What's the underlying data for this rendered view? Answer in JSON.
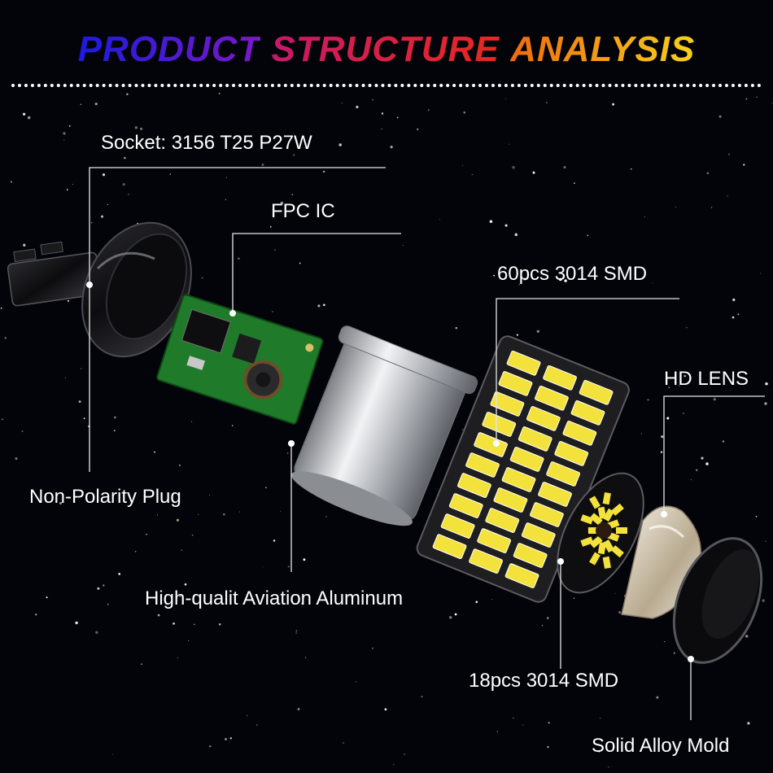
{
  "title": {
    "words": [
      "PRODUCT",
      "STRUCTURE",
      "ANALYSIS"
    ]
  },
  "labels": {
    "socket": "Socket: 3156 T25 P27W",
    "fpc_ic": "FPC IC",
    "smd_60": "60pcs 3014 SMD",
    "hd_lens": "HD LENS",
    "plug": "Non-Polarity Plug",
    "aluminum": "High-qualit Aviation Aluminum",
    "smd_18": "18pcs 3014 SMD",
    "mold": "Solid Alloy Mold"
  },
  "colors": {
    "background": "#03040a",
    "leader_lines": "#e6e6e6",
    "pcb_green": "#1f7a2a",
    "aluminum": "#c9ccd0",
    "led_yellow": "#f4e23c"
  }
}
